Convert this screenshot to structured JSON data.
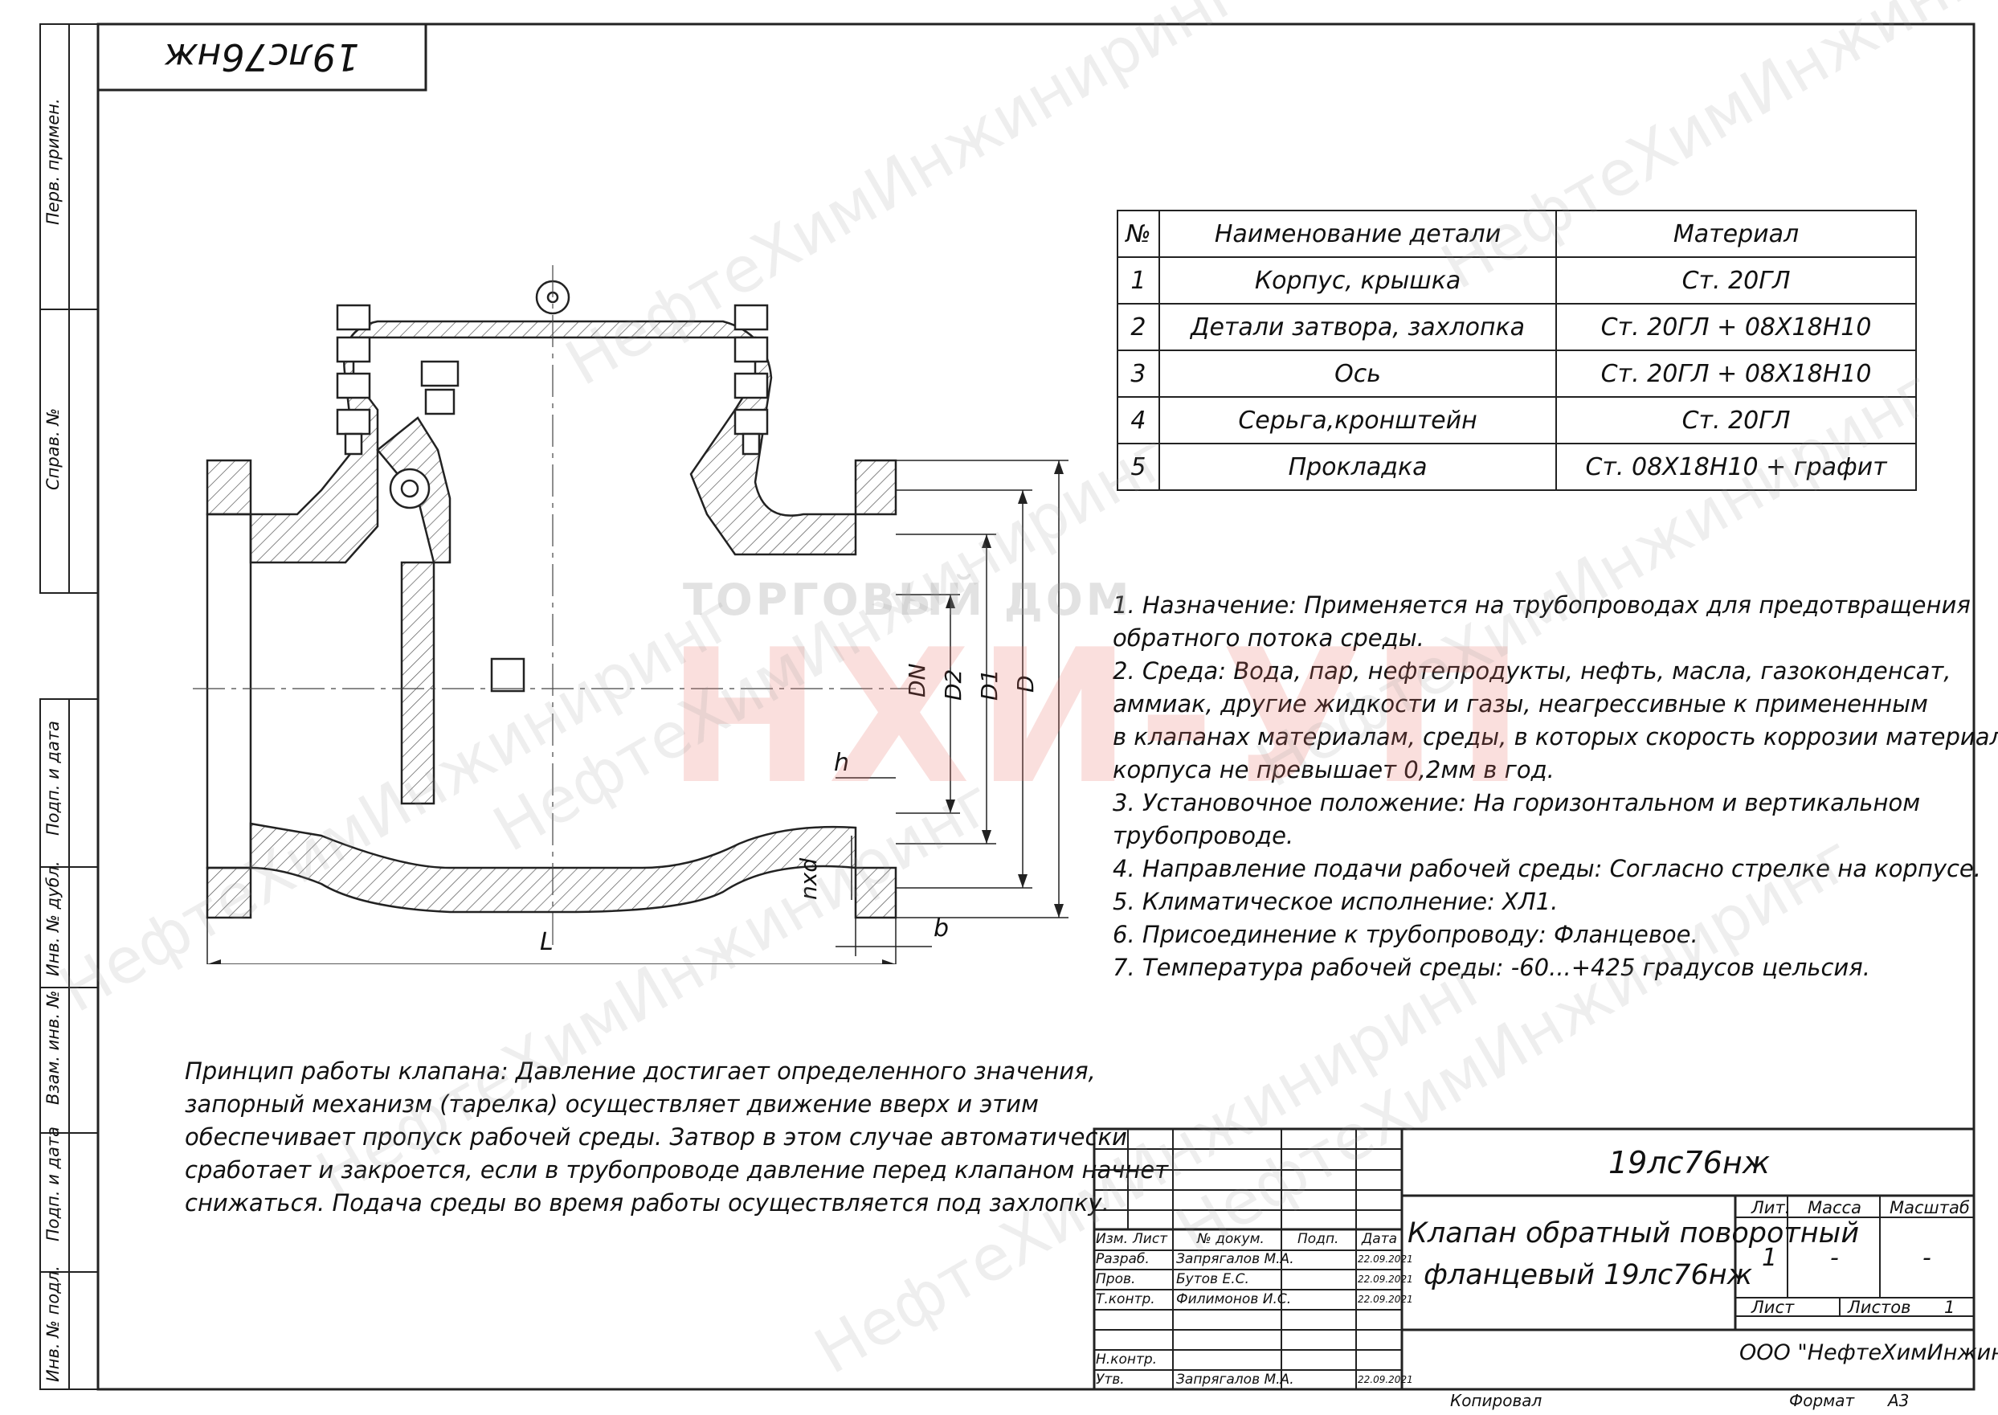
{
  "stamp_code": "19лс76нж",
  "side_labels": {
    "perv_primen": "Перв. примен.",
    "sprav_no": "Справ. №",
    "podp_data_1": "Подп. и дата",
    "inv_dubl": "Инв. № дубл.",
    "vzam_inv": "Взам. инв. №",
    "podp_data_2": "Подп. и дата",
    "inv_podl": "Инв. № подл."
  },
  "parts_table": {
    "headers": [
      "№",
      "Наименование детали",
      "Материал"
    ],
    "rows": [
      {
        "no": "1",
        "name": "Корпус, крышка",
        "material": "Ст. 20ГЛ"
      },
      {
        "no": "2",
        "name": "Детали затвора, захлопка",
        "material": "Ст. 20ГЛ + 08Х18Н10"
      },
      {
        "no": "3",
        "name": "Ось",
        "material": "Ст. 20ГЛ + 08Х18Н10"
      },
      {
        "no": "4",
        "name": "Серьга,кронштейн",
        "material": "Ст. 20ГЛ"
      },
      {
        "no": "5",
        "name": "Прокладка",
        "material": "Ст. 08Х18Н10 + графит"
      }
    ]
  },
  "notes": [
    "1. Назначение: Применяется на трубопроводах для предотвращения",
    "обратного потока среды.",
    "2. Среда: Вода, пар, нефтепродукты, нефть, масла, газоконденсат,",
    "аммиак, другие жидкости и газы, неагрессивные к примененным",
    "в клапанах материалам, среды, в которых скорость коррозии материала",
    "корпуса не превышает 0,2мм в год.",
    "3. Установочное положение: На горизонтальном и вертикальном",
    "трубопроводе.",
    "4. Направление подачи рабочей среды: Согласно стрелке на корпусе.",
    "5. Климатическое исполнение: ХЛ1.",
    "6. Присоединение к трубопроводу: Фланцевое.",
    "7. Температура рабочей среды: -60...+425 градусов цельсия."
  ],
  "principle": [
    "Принцип работы клапана: Давление достигает определенного значения,",
    "запорный механизм (тарелка) осуществляет движение вверх и этим",
    "обеспечивает пропуск рабочей среды. Затвор в этом случае автоматически",
    "сработает и закроется, если в трубопроводе давление перед клапаном начнет",
    "снижаться. Подача среды во время работы осуществляется под захлопку."
  ],
  "dimensions": {
    "DN": "DN",
    "D2": "D2",
    "D1": "D1",
    "D": "D",
    "h": "h",
    "nxd": "nxd",
    "L": "L",
    "b": "b"
  },
  "title_block": {
    "designation": "19лс76нж",
    "name_line1": "Клапан обратный поворотный",
    "name_line2": "фланцевый 19лс76нж",
    "headers": {
      "izm": "Изм.",
      "list": "Лист",
      "n_dokum": "№ докум.",
      "podp": "Подп.",
      "data": "Дата"
    },
    "roles": [
      {
        "role": "Разраб.",
        "name": "Запрягалов М.А.",
        "date": "22.09.2021"
      },
      {
        "role": "Пров.",
        "name": "Бутов Е.С.",
        "date": "22.09.2021"
      },
      {
        "role": "Т.контр.",
        "name": "Филимонов И.С.",
        "date": "22.09.2021"
      },
      {
        "role": "Н.контр.",
        "name": "",
        "date": ""
      },
      {
        "role": "Утв.",
        "name": "Запрягалов М.А.",
        "date": "22.09.2021"
      }
    ],
    "lit_label": "Лит.",
    "massa_label": "Масса",
    "masshtab_label": "Масштаб",
    "lit_value": "1",
    "massa_value": "-",
    "masshtab_value": "-",
    "list_label": "Лист",
    "listov_label": "Листов",
    "listov_value": "1",
    "company": "ООО \"НефтеХимИнжиниринг\"",
    "kopiroval": "Копировал",
    "format_label": "Формат",
    "format_value": "А3"
  },
  "watermark": {
    "text": "НефтеХимИнжиниринг",
    "big": "НХИ-УП",
    "small": "ТОРГОВЫЙ ДОМ"
  }
}
